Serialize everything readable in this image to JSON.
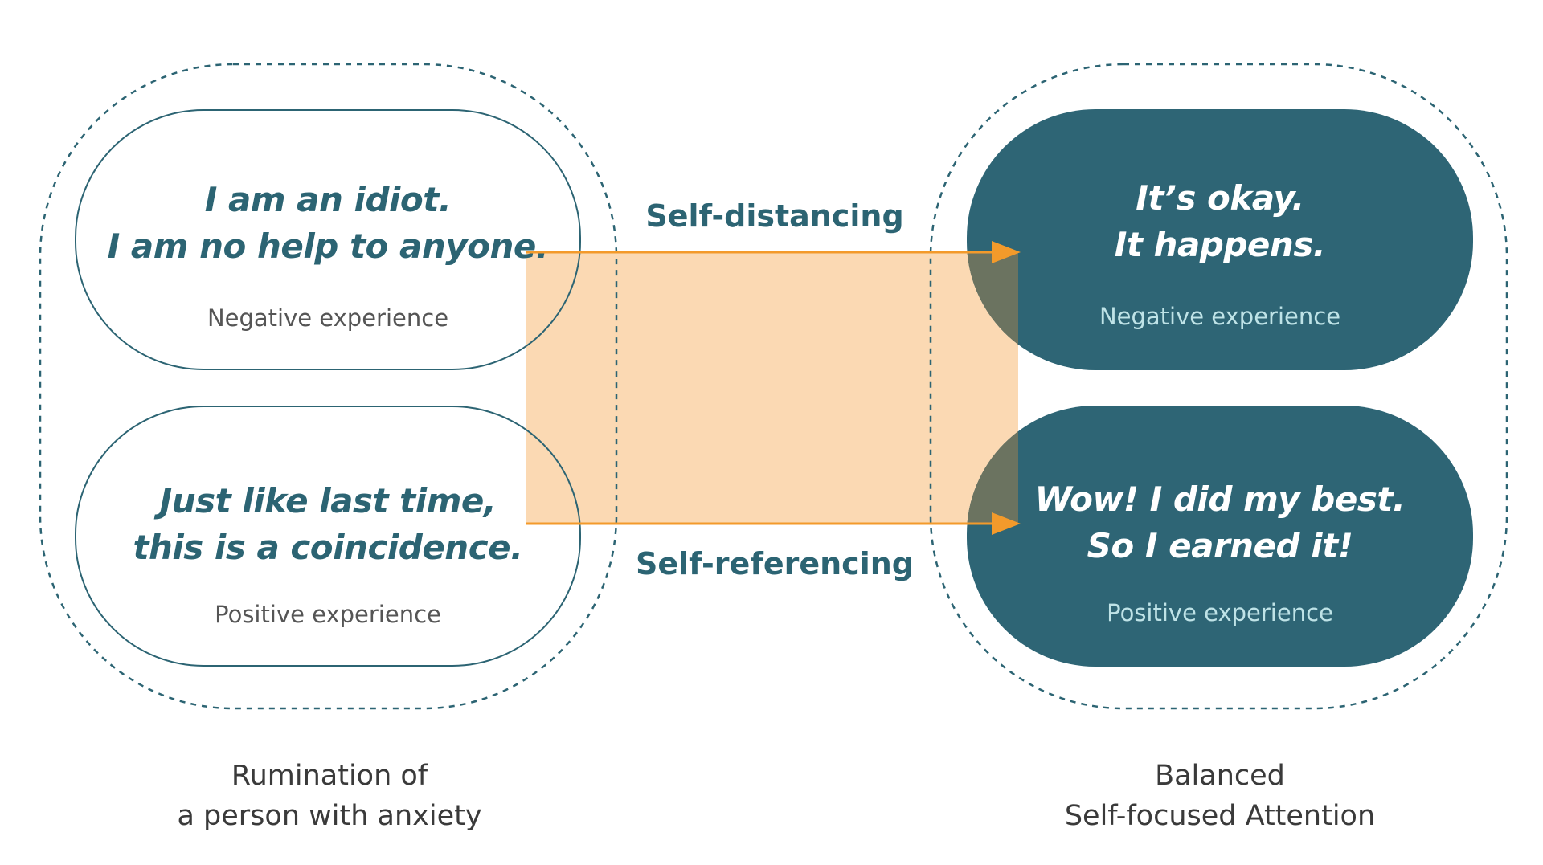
{
  "colors": {
    "teal": "#2e6575",
    "teal_outline": "#2c6473",
    "orange_arrow": "#f39a2b",
    "orange_band": "#fbd9b3",
    "light_label": "#bfe3e7",
    "grey_label": "#555555"
  },
  "left_group": {
    "caption_line1": "Rumination of",
    "caption_line2": "a person with anxiety",
    "negative_card": {
      "line1": "I am an idiot.",
      "line2": "I am no help to anyone.",
      "label": "Negative experience"
    },
    "positive_card": {
      "line1": "Just like last time,",
      "line2": "this is a coincidence.",
      "label": "Positive experience"
    }
  },
  "right_group": {
    "caption_line1": "Balanced",
    "caption_line2": "Self-focused Attention",
    "negative_card": {
      "line1": "It’s okay.",
      "line2": "It happens.",
      "label": "Negative experience"
    },
    "positive_card": {
      "line1": "Wow! I did my best.",
      "line2": "So I earned it!",
      "label": "Positive experience"
    }
  },
  "connectors": {
    "top_label": "Self-distancing",
    "bottom_label": "Self-referencing"
  }
}
